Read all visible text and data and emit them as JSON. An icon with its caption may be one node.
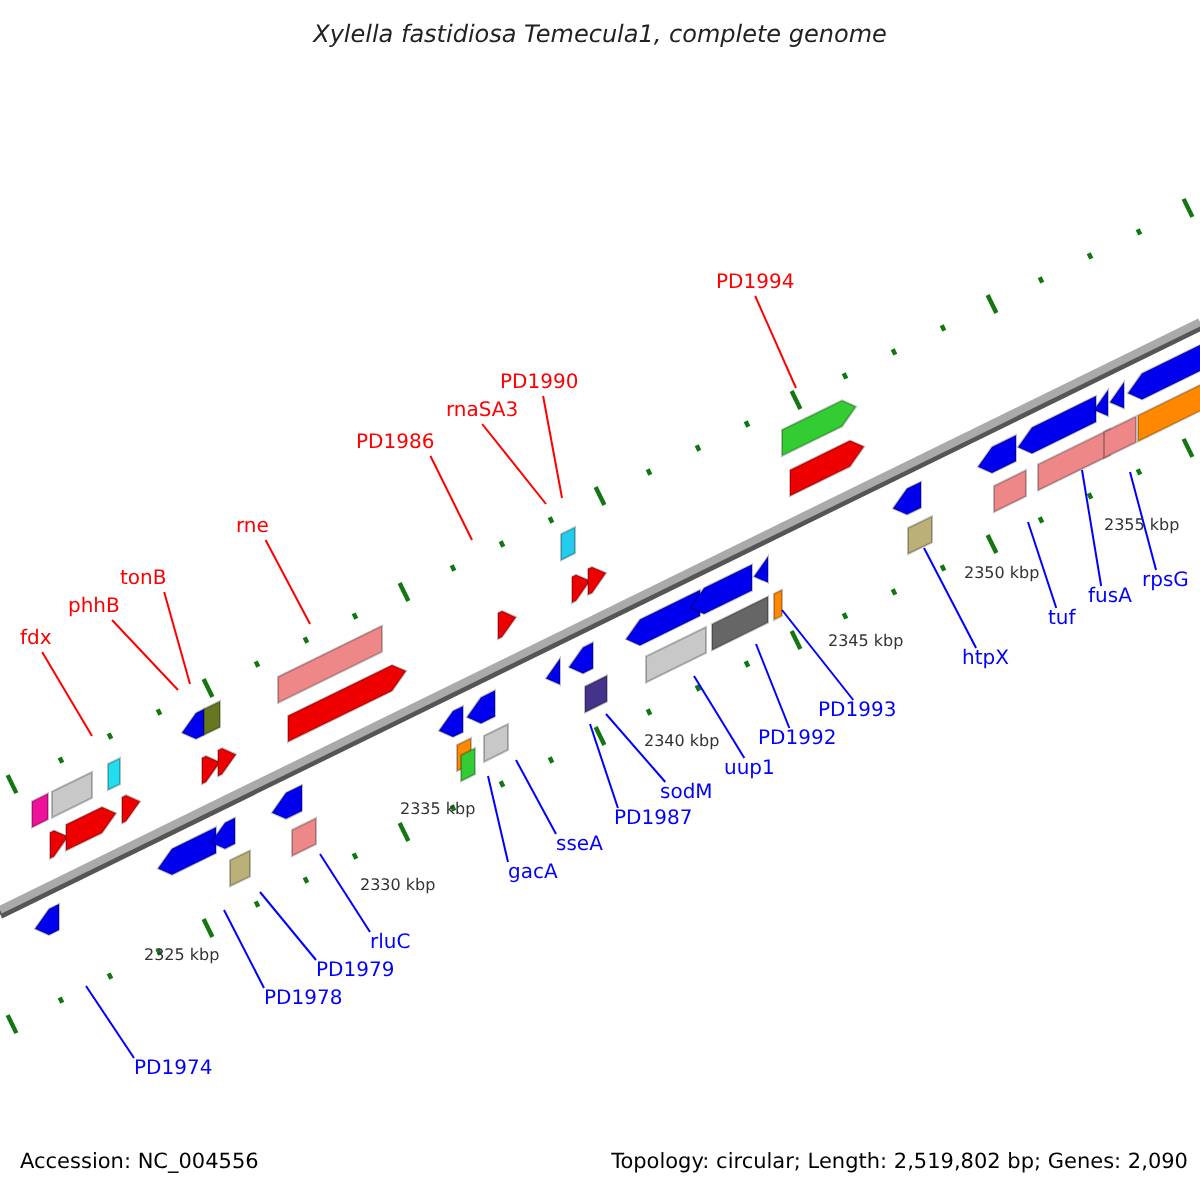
{
  "diagram": {
    "title": "Xylella fastidiosa Temecula1, complete genome",
    "nodes": [
      {
        "text": [
          "fdx"
        ]
      },
      {
        "text": [
          "phhB"
        ]
      },
      {
        "text": [
          "tonB"
        ]
      },
      {
        "text": [
          "rne"
        ]
      },
      {
        "text": [
          "PD1986"
        ]
      },
      {
        "text": [
          "rnaSA3"
        ]
      },
      {
        "text": [
          "PD1990"
        ]
      },
      {
        "text": [
          "PD1994"
        ]
      },
      {
        "text": [
          "PD1974"
        ]
      },
      {
        "text": [
          "PD1978"
        ]
      },
      {
        "text": [
          "PD1979"
        ]
      },
      {
        "text": [
          "rluC"
        ]
      },
      {
        "text": [
          "gacA"
        ]
      },
      {
        "text": [
          "sseA"
        ]
      },
      {
        "text": [
          "PD1987"
        ]
      },
      {
        "text": [
          "sodM"
        ]
      },
      {
        "text": [
          "uup1"
        ]
      },
      {
        "text": [
          "PD1992"
        ]
      },
      {
        "text": [
          "PD1993"
        ]
      },
      {
        "text": [
          "htpX"
        ]
      },
      {
        "text": [
          "tuf"
        ]
      },
      {
        "text": [
          "fusA"
        ]
      },
      {
        "text": [
          "rpsG"
        ]
      }
    ],
    "edges": [
      {
        "from": 0,
        "to": null,
        "arrow": "none",
        "color": "#ff0000"
      },
      {
        "from": 1,
        "to": null,
        "arrow": "none",
        "color": "#ff0000"
      },
      {
        "from": 2,
        "to": null,
        "arrow": "none",
        "color": "#ff0000"
      },
      {
        "from": 3,
        "to": null,
        "arrow": "none",
        "color": "#ff0000"
      },
      {
        "from": 4,
        "to": null,
        "arrow": "none",
        "color": "#ff0000"
      },
      {
        "from": 5,
        "to": null,
        "arrow": "none",
        "color": "#ff0000"
      },
      {
        "from": 6,
        "to": null,
        "arrow": "none",
        "color": "#ff0000"
      },
      {
        "from": 7,
        "to": null,
        "arrow": "none",
        "color": "#ff0000"
      },
      {
        "from": 8,
        "to": null,
        "arrow": "none"
      },
      {
        "from": 9,
        "to": null,
        "arrow": "none"
      },
      {
        "from": 10,
        "to": null,
        "arrow": "none"
      },
      {
        "from": 11,
        "to": null,
        "arrow": "none"
      },
      {
        "from": 12,
        "to": null,
        "arrow": "none"
      },
      {
        "from": 13,
        "to": null,
        "arrow": "none"
      },
      {
        "from": 14,
        "to": null,
        "arrow": "none"
      },
      {
        "from": 15,
        "to": null,
        "arrow": "none"
      },
      {
        "from": 16,
        "to": null,
        "arrow": "none"
      },
      {
        "from": 17,
        "to": null,
        "arrow": "none"
      },
      {
        "from": 18,
        "to": null,
        "arrow": "none"
      },
      {
        "from": 19,
        "to": null,
        "arrow": "none"
      },
      {
        "from": 20,
        "to": null,
        "arrow": "none"
      },
      {
        "from": 21,
        "to": null,
        "arrow": "none"
      },
      {
        "from": 22,
        "to": null,
        "arrow": "none"
      }
    ],
    "labels": [
      "2325 kbp",
      "2330 kbp",
      "2335 kbp",
      "2340 kbp",
      "2345 kbp",
      "2350 kbp",
      "2355 kbp",
      "Accession: NC_004556",
      "Topology: circular; Length: 2,519,802 bp; Genes: 2,090"
    ]
  }
}
